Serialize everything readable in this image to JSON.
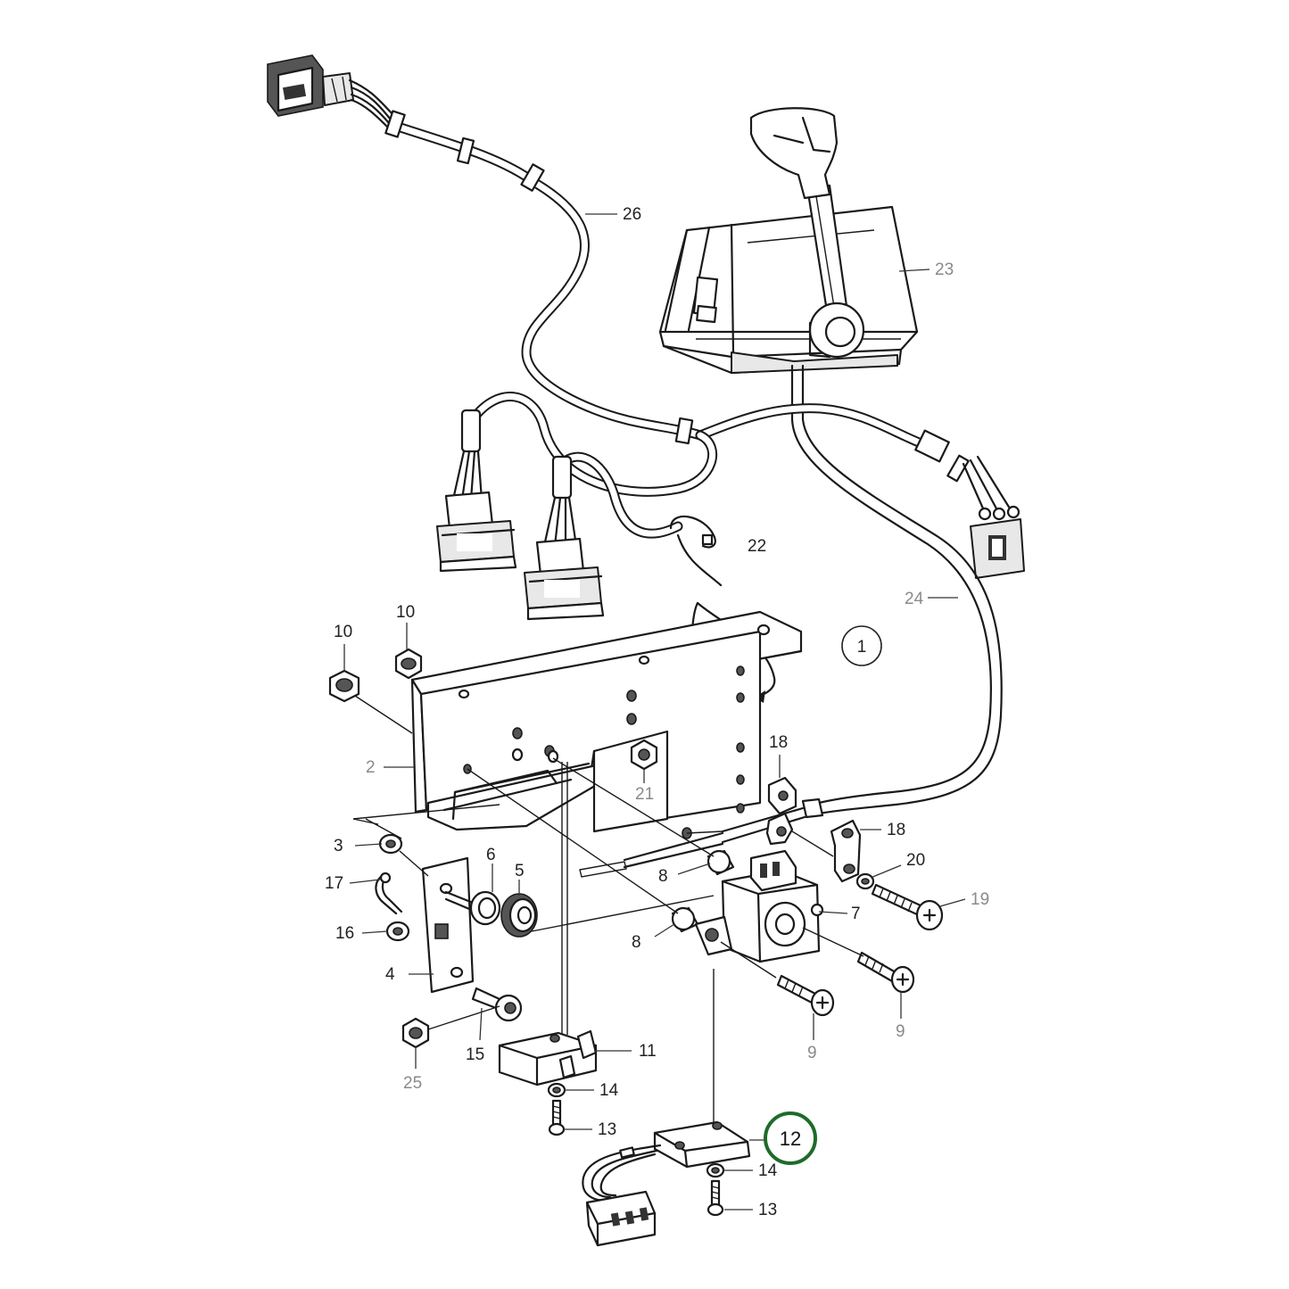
{
  "labels": {
    "l26": "26",
    "l23": "23",
    "l22": "22",
    "l24": "24",
    "l1": "1",
    "l10a": "10",
    "l10b": "10",
    "l2": "2",
    "l21": "21",
    "l18a": "18",
    "l18b": "18",
    "l20": "20",
    "l19": "19",
    "l3": "3",
    "l17": "17",
    "l16": "16",
    "l4": "4",
    "l6": "6",
    "l5": "5",
    "l8a": "8",
    "l8b": "8",
    "l7": "7",
    "l9a": "9",
    "l9b": "9",
    "l25": "25",
    "l15": "15",
    "l11": "11",
    "l14a": "14",
    "l13a": "13",
    "l12": "12",
    "l14b": "14",
    "l13b": "13"
  },
  "highlight": {
    "label_ref": "12",
    "ring_color": "#1f6b2a"
  },
  "colors": {
    "line": "#1a1a1a",
    "label": "#222222",
    "label_faded": "#8a8a8a",
    "background": "#ffffff"
  }
}
